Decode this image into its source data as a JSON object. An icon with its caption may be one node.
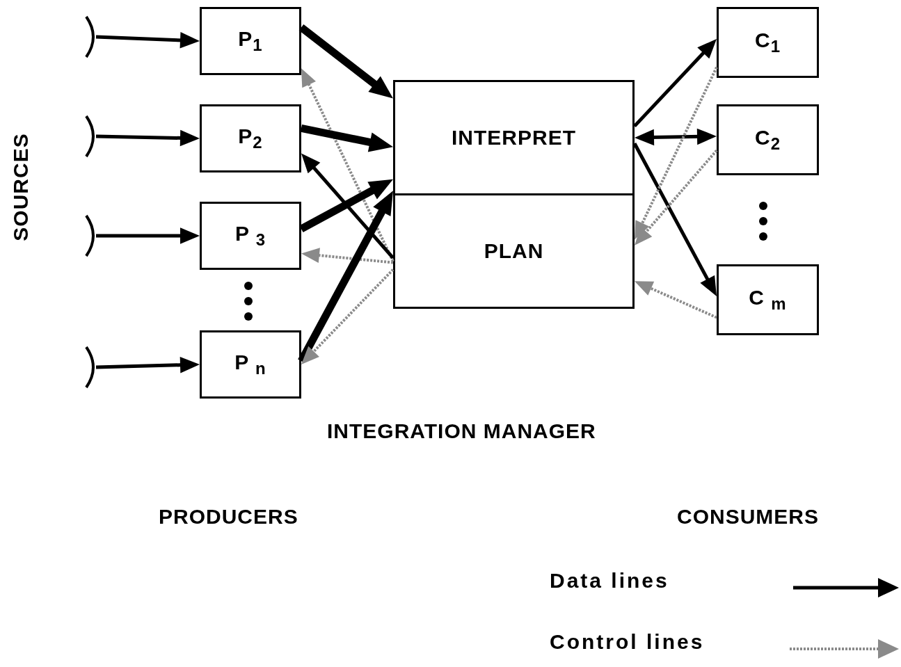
{
  "diagram": {
    "nodes": [
      {
        "text": [],
        "shape": "arc"
      },
      {
        "text": [],
        "shape": "arc"
      },
      {
        "text": [],
        "shape": "arc"
      },
      {
        "text": [],
        "shape": "arc"
      },
      {
        "text": [
          "P$_{1}$"
        ]
      },
      {
        "text": [
          "P$_{2}$"
        ]
      },
      {
        "text": [
          "P $_{3}$"
        ]
      },
      {
        "text": [
          "P $_{n}$"
        ]
      },
      {
        "text": [
          "INTERPRET"
        ]
      },
      {
        "text": [
          "PLAN"
        ]
      },
      {
        "text": [
          "C$_{1}$"
        ]
      },
      {
        "text": [
          "C$_{2}$"
        ]
      },
      {
        "text": [
          "C $_{m}$"
        ]
      }
    ],
    "edges": [
      {
        "from": 0,
        "to": 4,
        "arrow": "to"
      },
      {
        "from": 1,
        "to": 5,
        "arrow": "to"
      },
      {
        "from": 2,
        "to": 6,
        "arrow": "to"
      },
      {
        "from": 3,
        "to": 7,
        "arrow": "to"
      },
      {
        "from": 4,
        "to": 8,
        "arrow": "to",
        "style": "thick"
      },
      {
        "from": 9,
        "to": 4,
        "arrow": "to",
        "style": "dashed",
        "color": "#8a8a8a"
      },
      {
        "from": 5,
        "to": 8,
        "arrow": "to",
        "style": "thick"
      },
      {
        "from": 9,
        "to": 5,
        "arrow": "to"
      },
      {
        "from": 6,
        "to": 8,
        "arrow": "to",
        "style": "thick"
      },
      {
        "from": 9,
        "to": 6,
        "arrow": "to",
        "style": "dashed",
        "color": "#8a8a8a"
      },
      {
        "from": 7,
        "to": 8,
        "arrow": "to",
        "style": "thick"
      },
      {
        "from": 9,
        "to": 7,
        "arrow": "to",
        "style": "dashed",
        "color": "#8a8a8a"
      },
      {
        "from": 8,
        "to": 10,
        "arrow": "to"
      },
      {
        "from": 8,
        "to": 11,
        "arrow": "both"
      },
      {
        "from": 8,
        "to": 12,
        "arrow": "to"
      },
      {
        "from": 10,
        "to": 9,
        "arrow": "to",
        "style": "dashed",
        "color": "#8a8a8a"
      },
      {
        "from": 11,
        "to": 9,
        "arrow": "to",
        "style": "dashed",
        "color": "#8a8a8a"
      },
      {
        "from": 12,
        "to": 9,
        "arrow": "to",
        "style": "dashed",
        "color": "#8a8a8a"
      }
    ],
    "labels": [
      "SOURCES",
      "INTEGRATION MANAGER",
      "PRODUCERS",
      "CONSUMERS"
    ],
    "legend": [
      {
        "text": "Data lines"
      },
      {
        "text": "Control lines"
      }
    ]
  }
}
